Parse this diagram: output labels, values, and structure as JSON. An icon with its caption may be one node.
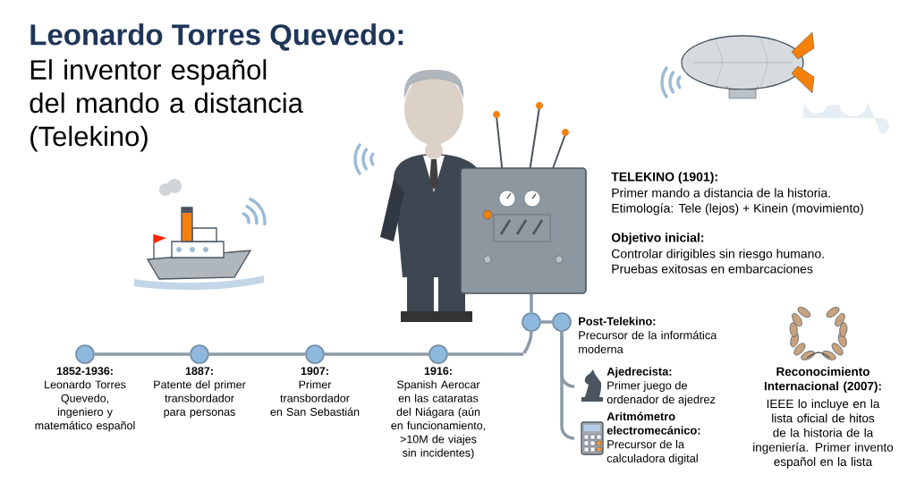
{
  "diagram": {
    "title": "Leonardo Torres Quevedo:",
    "nodes": [
      {
        "text": [
          "1852-1936:",
          "Leonardo Torres Quevedo, ingeniero y matemático español"
        ]
      },
      {
        "text": [
          "1887:",
          "Patente del primer transbordador para personas"
        ]
      },
      {
        "text": [
          "1907:",
          "Primer transbordador en San Sebastián"
        ]
      },
      {
        "text": [
          "1916:",
          "Spanish Aerocar en las cataratas del Niágara (aún en funcionamiento, >10M de viajes sin incidentes)"
        ]
      },
      {
        "text": [],
        "shape": "circle"
      },
      {
        "text": [
          "Post-Telekino:",
          "Precursor de la informática moderna"
        ]
      },
      {
        "text": [
          "Ajedrecista:",
          "Primer juego de ordenador de ajedrez"
        ]
      },
      {
        "text": [
          "Aritmómetro electromecánico:",
          "Precursor de la calculadora digital"
        ]
      },
      {
        "text": [],
        "shape": "picture"
      }
    ],
    "edges": [
      {
        "from": 0,
        "to": 1,
        "arrow": "none"
      },
      {
        "from": 1,
        "to": 2,
        "arrow": "none"
      },
      {
        "from": 2,
        "to": 3,
        "arrow": "none"
      },
      {
        "from": 3,
        "to": 4,
        "arrow": "none"
      },
      {
        "from": 8,
        "to": 4,
        "arrow": "none"
      },
      {
        "from": 4,
        "to": 5,
        "arrow": "none"
      },
      {
        "from": 5,
        "to": 6,
        "arrow": "none"
      },
      {
        "from": 5,
        "to": 7,
        "arrow": "none"
      }
    ],
    "labels": [
      "El inventor español del mando a distancia (Telekino)",
      "TELEKINO (1901):",
      "Primer mando a distancia de la historia.",
      "Etimología: Tele (lejos) + Kinein (movimiento)",
      "Objetivo inicial:",
      "Controlar dirigibles sin riesgo humano.",
      "Pruebas exitosas en embarcaciones",
      "Reconocimiento Internacional (2007):",
      "IEEE lo incluye en la lista oficial de hitos de la historia de la ingeniería. Primer invento español en la lista"
    ]
  }
}
